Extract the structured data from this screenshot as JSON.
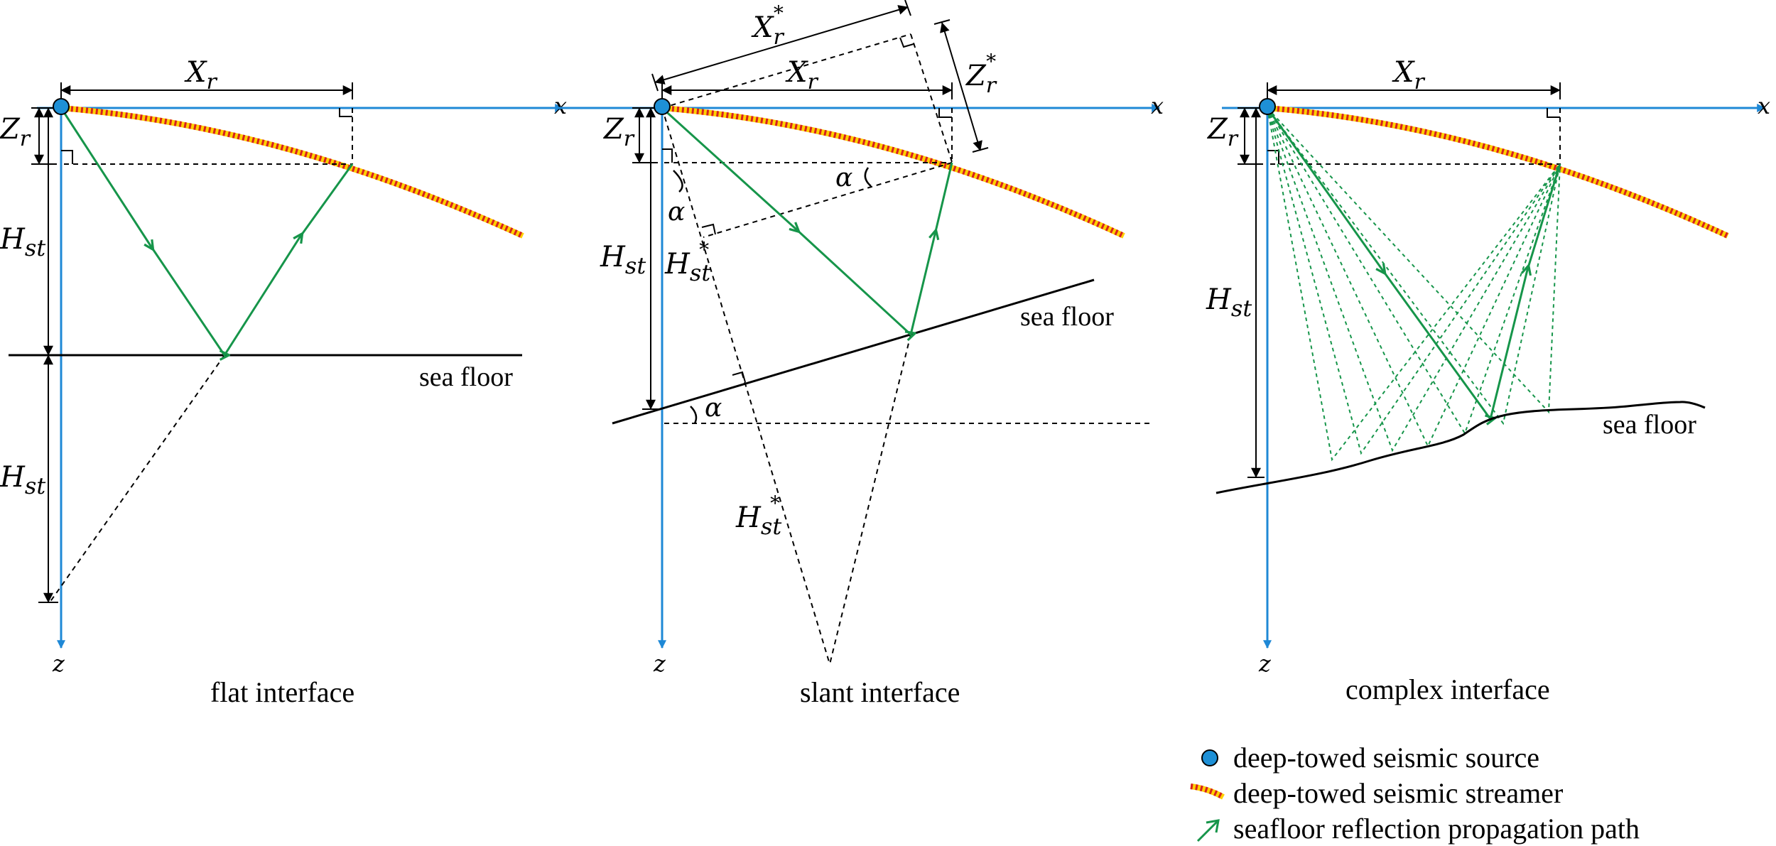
{
  "colors": {
    "axis": "#1e88d6",
    "ray": "#16954a",
    "streamer_dash": "#d62020",
    "streamer_base": "#ffd000",
    "source_fill": "#1e90d6",
    "line": "#000000"
  },
  "labels": {
    "x_axis": "x",
    "z_axis": "z",
    "xr_base": "X",
    "xr_sub": "r",
    "zr_base": "Z",
    "zr_sub": "r",
    "hst_base": "H",
    "hst_sub": "st",
    "star": "*",
    "alpha": "α"
  },
  "panels": {
    "flat": {
      "caption": "flat interface",
      "seafloor_label": "sea floor"
    },
    "slant": {
      "caption": "slant interface",
      "seafloor_label": "sea floor"
    },
    "complex": {
      "caption": "complex interface",
      "seafloor_label": "sea floor"
    }
  },
  "legend": {
    "items": [
      {
        "icon": "source-icon",
        "text": "deep-towed seismic source"
      },
      {
        "icon": "streamer-icon",
        "text": "deep-towed seismic streamer"
      },
      {
        "icon": "ray-arrow-icon",
        "text": "seafloor reflection propagation path"
      }
    ]
  }
}
